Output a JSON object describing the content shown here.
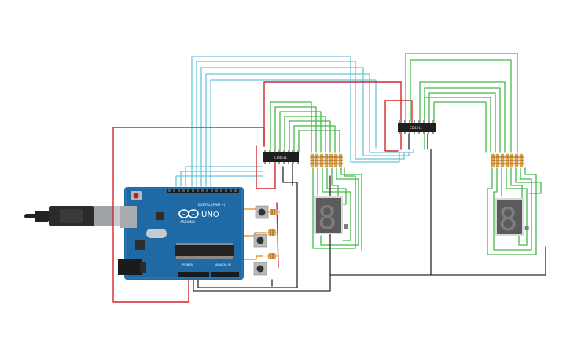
{
  "board": {
    "brand": "UNO",
    "maker": "ARDUINO",
    "digital_header": "DIGITAL (PWM ~)",
    "power_header": "POWER",
    "analog_header": "ANALOG IN"
  },
  "chips": {
    "left_label": "CD4511",
    "right_label": "CD4511"
  },
  "displays": {
    "left_digit": "8.",
    "right_digit": "8."
  },
  "colors": {
    "signal_blue": "#6cc4d8",
    "segment_green": "#43b84a",
    "power_red": "#d2262b",
    "ground_black": "#2a2a2a",
    "button_orange": "#e08a1e",
    "board_blue": "#1f6aa5"
  }
}
